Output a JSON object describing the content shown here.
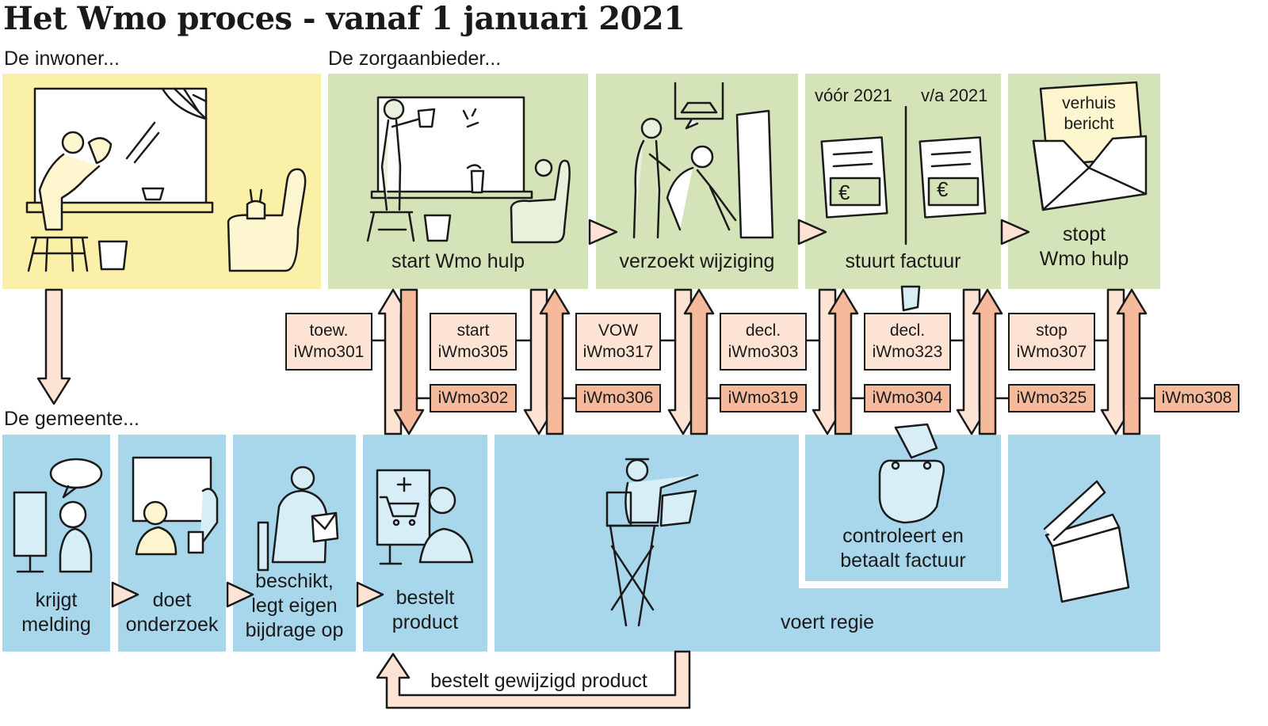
{
  "title": "Het Wmo proces - vanaf 1 januari 2021",
  "sections": {
    "resident": "De inwoner...",
    "provider": "De zorgaanbieder...",
    "municipality": "De gemeente..."
  },
  "provider_steps": {
    "start": "start Wmo hulp",
    "change": "verzoekt wijziging",
    "invoice": "stuurt factuur",
    "stop_line1": "stopt",
    "stop_line2": "Wmo hulp",
    "invoice_before": "vóór 2021",
    "invoice_after": "v/a 2021",
    "letter_line1": "verhuis",
    "letter_line2": "bericht",
    "currency_symbol": "€"
  },
  "municipality_steps": {
    "receive_line1": "krijgt",
    "receive_line2": "melding",
    "research_line1": "doet",
    "research_line2": "onderzoek",
    "decide_line1": "beschikt,",
    "decide_line2": "legt eigen",
    "decide_line3": "bijdrage op",
    "order_line1": "bestelt",
    "order_line2": "product",
    "direct": "voert regie",
    "pay_line1": "controleert en",
    "pay_line2": "betaalt factuur",
    "reorder": "bestelt gewijzigd product"
  },
  "messages_outgoing": [
    {
      "line1": "toew.",
      "line2": "iWmo301"
    },
    {
      "line1": "start",
      "line2": "iWmo305"
    },
    {
      "line1": "VOW",
      "line2": "iWmo317"
    },
    {
      "line1": "decl.",
      "line2": "iWmo303"
    },
    {
      "line1": "decl.",
      "line2": "iWmo323"
    },
    {
      "line1": "stop",
      "line2": "iWmo307"
    }
  ],
  "messages_return": [
    "iWmo302",
    "iWmo306",
    "iWmo319",
    "iWmo304",
    "iWmo325",
    "iWmo308"
  ],
  "colors": {
    "resident": "#fbf0a8",
    "provider": "#d4e4b8",
    "municipality": "#a8d7ec",
    "message_out": "#fde3d4",
    "message_return": "#f5b99b"
  }
}
